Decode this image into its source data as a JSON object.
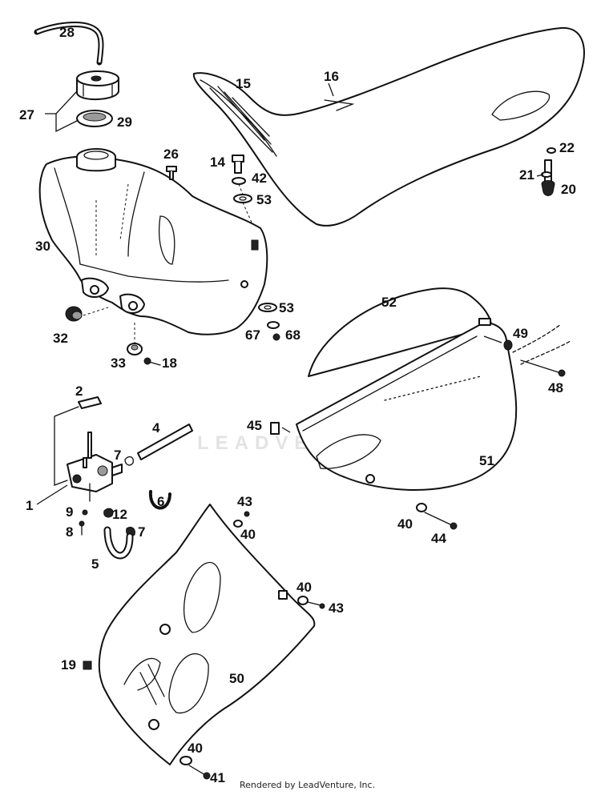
{
  "diagram": {
    "watermark": "LEADVENTURE",
    "credit": "Rendered by LeadVenture, Inc.",
    "callouts": [
      {
        "key": "p1",
        "text": "1"
      },
      {
        "key": "p2",
        "text": "2"
      },
      {
        "key": "p4",
        "text": "4"
      },
      {
        "key": "p5",
        "text": "5"
      },
      {
        "key": "p6",
        "text": "6"
      },
      {
        "key": "p7a",
        "text": "7"
      },
      {
        "key": "p7b",
        "text": "7"
      },
      {
        "key": "p8",
        "text": "8"
      },
      {
        "key": "p9",
        "text": "9"
      },
      {
        "key": "p12",
        "text": "12"
      },
      {
        "key": "p14",
        "text": "14"
      },
      {
        "key": "p15",
        "text": "15"
      },
      {
        "key": "p16",
        "text": "16"
      },
      {
        "key": "p18",
        "text": "18"
      },
      {
        "key": "p19",
        "text": "19"
      },
      {
        "key": "p20",
        "text": "20"
      },
      {
        "key": "p21",
        "text": "21"
      },
      {
        "key": "p22",
        "text": "22"
      },
      {
        "key": "p26",
        "text": "26"
      },
      {
        "key": "p27",
        "text": "27"
      },
      {
        "key": "p28",
        "text": "28"
      },
      {
        "key": "p29",
        "text": "29"
      },
      {
        "key": "p30",
        "text": "30"
      },
      {
        "key": "p32",
        "text": "32"
      },
      {
        "key": "p33",
        "text": "33"
      },
      {
        "key": "p40a",
        "text": "40"
      },
      {
        "key": "p40b",
        "text": "40"
      },
      {
        "key": "p40c",
        "text": "40"
      },
      {
        "key": "p40d",
        "text": "40"
      },
      {
        "key": "p41",
        "text": "41"
      },
      {
        "key": "p42",
        "text": "42"
      },
      {
        "key": "p43a",
        "text": "43"
      },
      {
        "key": "p43b",
        "text": "43"
      },
      {
        "key": "p44",
        "text": "44"
      },
      {
        "key": "p45",
        "text": "45"
      },
      {
        "key": "p48",
        "text": "48"
      },
      {
        "key": "p49",
        "text": "49"
      },
      {
        "key": "p50",
        "text": "50"
      },
      {
        "key": "p51",
        "text": "51"
      },
      {
        "key": "p52",
        "text": "52"
      },
      {
        "key": "p53a",
        "text": "53"
      },
      {
        "key": "p53b",
        "text": "53"
      },
      {
        "key": "p67",
        "text": "67"
      },
      {
        "key": "p68",
        "text": "68"
      }
    ]
  }
}
